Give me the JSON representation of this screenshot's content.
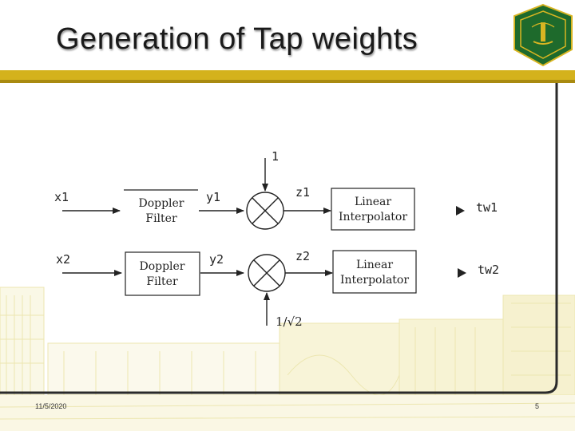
{
  "slide": {
    "title": "Generation of Tap weights",
    "date": "11/5/2020",
    "page_number": "5"
  },
  "diagram": {
    "row1": {
      "input": "x1",
      "filter_line1": "Doppler",
      "filter_line2": "Filter",
      "filter_output": "y1",
      "multiplier_input": "1",
      "multiplier_output": "z1",
      "interp_line1": "Linear",
      "interp_line2": "Interpolator",
      "output": "tw1"
    },
    "row2": {
      "input": "x2",
      "filter_line1": "Doppler",
      "filter_line2": "Filter",
      "filter_output": "y2",
      "multiplier_input": "1/√2",
      "multiplier_output": "z2",
      "interp_line1": "Linear",
      "interp_line2": "Interpolator",
      "output": "tw2"
    }
  },
  "colors": {
    "accent_bar": "#d4b21c",
    "frame": "#2a2a2a",
    "logo_green": "#1e6a2c",
    "logo_gold": "#d8b522"
  },
  "icons": [
    "university-logo-icon"
  ]
}
